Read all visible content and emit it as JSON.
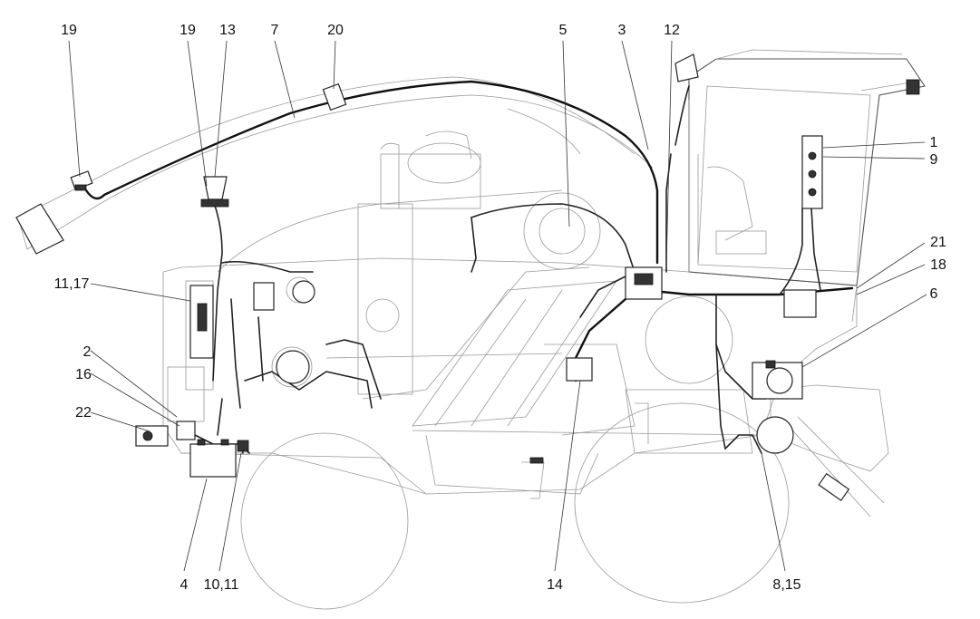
{
  "labels": [
    "19",
    "19",
    "13",
    "7",
    "20",
    "5",
    "3",
    "12",
    "1",
    "9",
    "21",
    "18",
    "6",
    "11,17",
    "2",
    "16",
    "22",
    "4",
    "10,11",
    "14",
    "8,15"
  ]
}
